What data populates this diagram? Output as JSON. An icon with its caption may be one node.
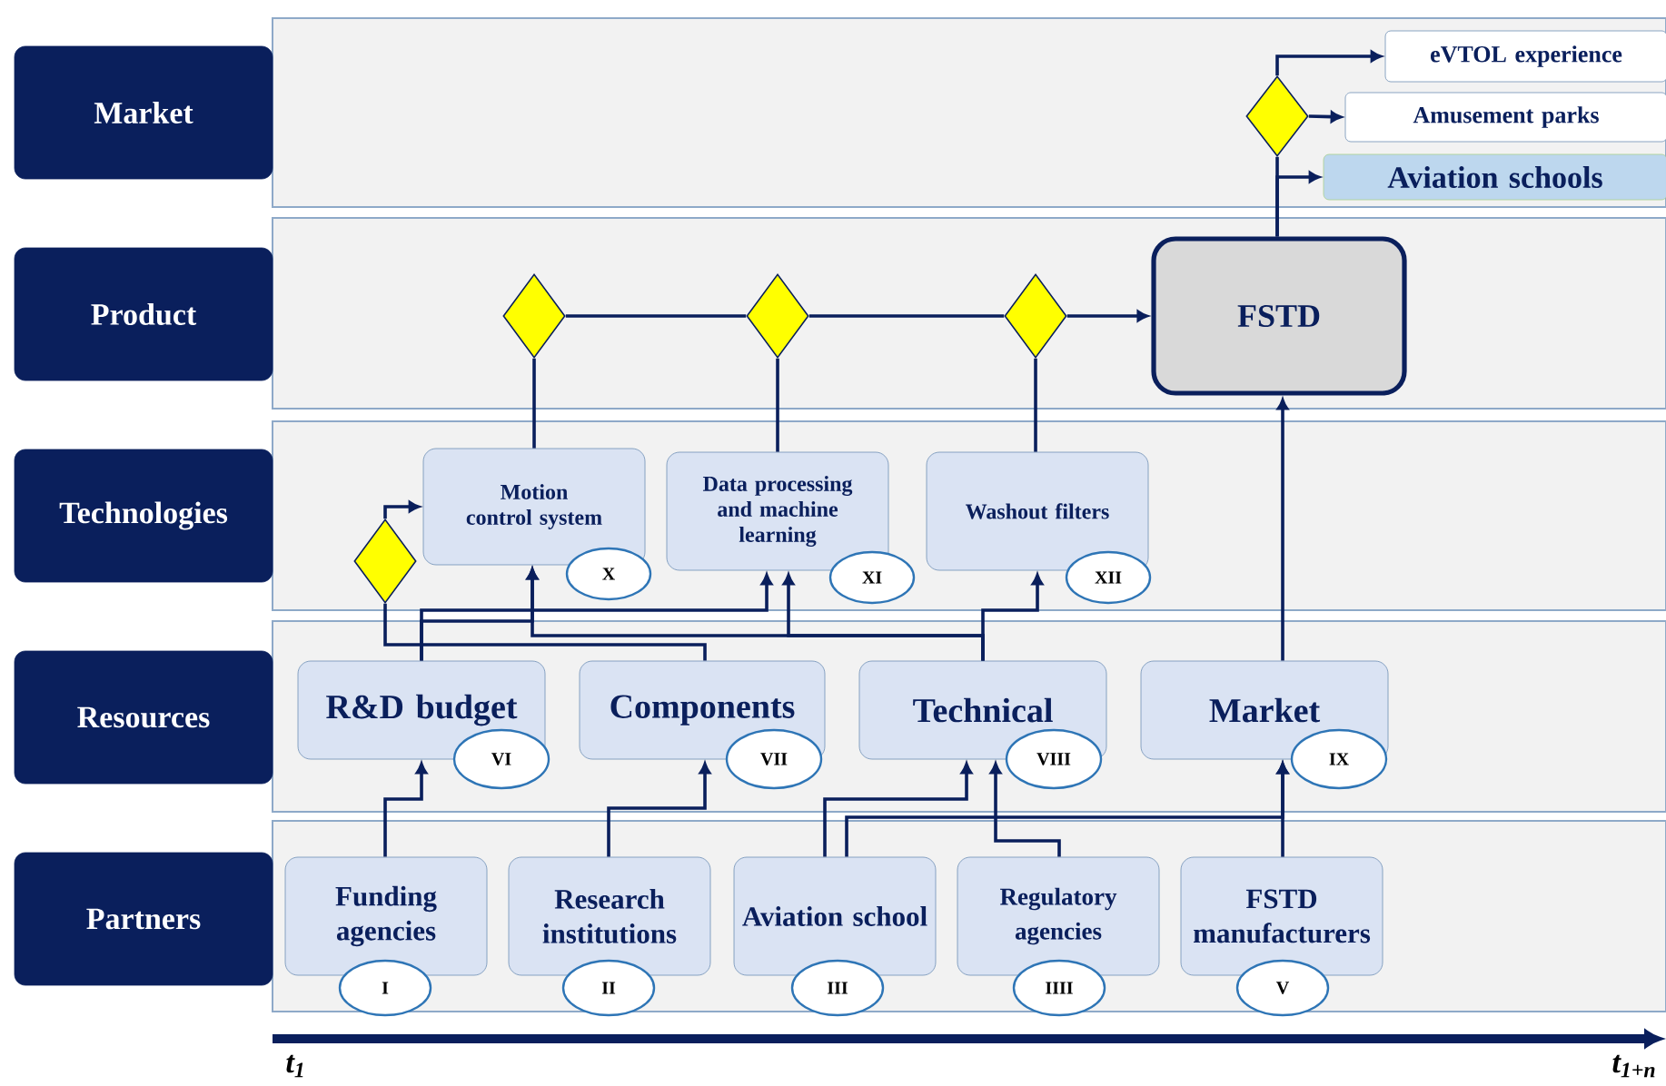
{
  "diagram": {
    "nodes": [
      {
        "text": [
          "Market"
        ]
      },
      {
        "text": [
          "Product"
        ]
      },
      {
        "text": [
          "Technologies"
        ]
      },
      {
        "text": [
          "Resources"
        ]
      },
      {
        "text": [
          "Partners"
        ]
      },
      {
        "text": [
          "eVTOL experience"
        ]
      },
      {
        "text": [
          "Amusement parks"
        ]
      },
      {
        "text": [
          "Aviation schools"
        ]
      },
      {
        "text": [
          "FSTD"
        ]
      },
      {
        "text": [],
        "shape": "diamond"
      },
      {
        "text": [],
        "shape": "diamond"
      },
      {
        "text": [],
        "shape": "diamond"
      },
      {
        "text": [],
        "shape": "diamond"
      },
      {
        "text": [],
        "shape": "diamond"
      },
      {
        "text": [
          "Motion control system"
        ]
      },
      {
        "text": [
          "Data processing and machine learning"
        ]
      },
      {
        "text": [
          "Washout filters"
        ]
      },
      {
        "text": [
          "R&D budget"
        ]
      },
      {
        "text": [
          "Components"
        ]
      },
      {
        "text": [
          "Technical"
        ]
      },
      {
        "text": [
          "Market"
        ]
      },
      {
        "text": [
          "Funding agencies"
        ]
      },
      {
        "text": [
          "Research institutions"
        ]
      },
      {
        "text": [
          "Aviation school"
        ]
      },
      {
        "text": [
          "Regulatory agencies"
        ]
      },
      {
        "text": [
          "FSTD manufacturers"
        ]
      },
      {
        "text": [
          "X"
        ]
      },
      {
        "text": [
          "XI"
        ]
      },
      {
        "text": [
          "XII"
        ]
      },
      {
        "text": [
          "VI"
        ]
      },
      {
        "text": [
          "VII"
        ]
      },
      {
        "text": [
          "VIII"
        ]
      },
      {
        "text": [
          "IX"
        ]
      },
      {
        "text": [
          "I"
        ]
      },
      {
        "text": [
          "II"
        ]
      },
      {
        "text": [
          "III"
        ]
      },
      {
        "text": [
          "IIII"
        ]
      },
      {
        "text": [
          "V"
        ]
      }
    ],
    "edges": [
      {
        "from": 21,
        "to": 17,
        "arrow": "to"
      },
      {
        "from": 22,
        "to": 18,
        "arrow": "to"
      },
      {
        "from": 23,
        "to": 19,
        "arrow": "to"
      },
      {
        "from": 23,
        "to": 20,
        "arrow": "to"
      },
      {
        "from": 24,
        "to": 19,
        "arrow": "to"
      },
      {
        "from": 25,
        "to": 20,
        "arrow": "to"
      },
      {
        "from": 17,
        "to": 15,
        "arrow": "to"
      },
      {
        "from": 17,
        "to": 14,
        "arrow": "to"
      },
      {
        "from": 18,
        "to": 13,
        "arrow": "none"
      },
      {
        "from": 13,
        "to": 14,
        "arrow": "to"
      },
      {
        "from": 19,
        "to": 16,
        "arrow": "to"
      },
      {
        "from": 19,
        "to": 15,
        "arrow": "to"
      },
      {
        "from": 19,
        "to": 14,
        "arrow": "to"
      },
      {
        "from": 14,
        "to": 10,
        "arrow": "none"
      },
      {
        "from": 15,
        "to": 11,
        "arrow": "none"
      },
      {
        "from": 16,
        "to": 12,
        "arrow": "none"
      },
      {
        "from": 10,
        "to": 11,
        "arrow": "none"
      },
      {
        "from": 11,
        "to": 12,
        "arrow": "none"
      },
      {
        "from": 12,
        "to": 8,
        "arrow": "to"
      },
      {
        "from": 20,
        "to": 8,
        "arrow": "to"
      },
      {
        "from": 8,
        "to": 9,
        "arrow": "none"
      },
      {
        "from": 9,
        "to": 5,
        "arrow": "to"
      },
      {
        "from": 9,
        "to": 6,
        "arrow": "to"
      },
      {
        "from": 8,
        "to": 7,
        "arrow": "to"
      }
    ],
    "labels": [
      "t$_{1}$",
      "t$_{1+n}$"
    ]
  }
}
